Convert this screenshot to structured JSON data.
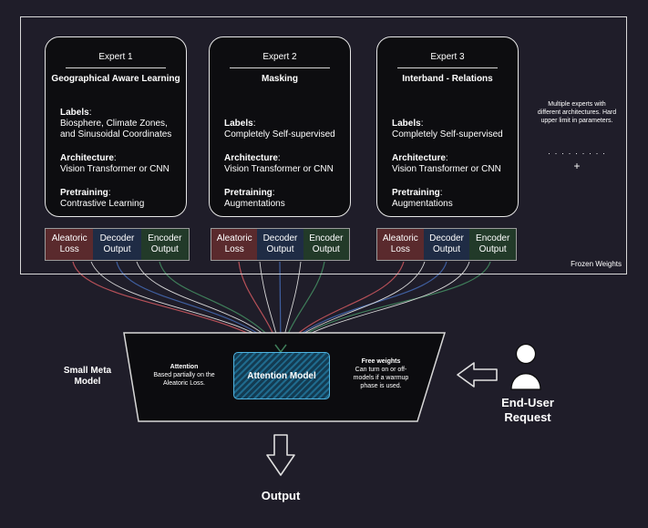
{
  "experts": [
    {
      "title": "Expert 1",
      "task": "Geographical Aware Learning",
      "labels_head": "Labels",
      "labels_text": "Biosphere, Climate Zones, and Sinusoidal Coordinates",
      "arch_head": "Architecture",
      "arch_text": "Vision Transformer or CNN",
      "pre_head": "Pretraining",
      "pre_text": "Contrastive Learning"
    },
    {
      "title": "Expert 2",
      "task": "Masking",
      "labels_head": "Labels",
      "labels_text": "Completely Self-supervised",
      "arch_head": "Architecture",
      "arch_text": "Vision Transformer or CNN",
      "pre_head": "Pretraining",
      "pre_text": "Augmentations"
    },
    {
      "title": "Expert 3",
      "task": "Interband - Relations",
      "labels_head": "Labels",
      "labels_text": "Completely Self-supervised",
      "arch_head": "Architecture",
      "arch_text": "Vision Transformer or CNN",
      "pre_head": "Pretraining",
      "pre_text": "Augmentations"
    }
  ],
  "outputs": {
    "aleatoric": "Aleatoric Loss",
    "decoder": "Decoder Output",
    "encoder": "Encoder Output"
  },
  "multi_note": "Multiple experts with different architectures. Hard upper limit in parameters.",
  "dots": "· · · · · · · · ·",
  "plus": "+",
  "frozen": "Frozen Weights",
  "meta_model": "Small Meta Model",
  "attention_head": "Attention",
  "attention_text": "Based partially on the Aleatoric Loss.",
  "attention_model": "Attention Model",
  "free_head": "Free weights",
  "free_text": "Can turn on or off- models if a warmup phase is used.",
  "user": "End-User Request",
  "output": "Output",
  "colors": {
    "aleatoric": "#5a2a2d",
    "decoder": "#1f2c45",
    "encoder": "#223a29",
    "attention": "#1c5a78",
    "attention_border": "#4fb3e0"
  }
}
